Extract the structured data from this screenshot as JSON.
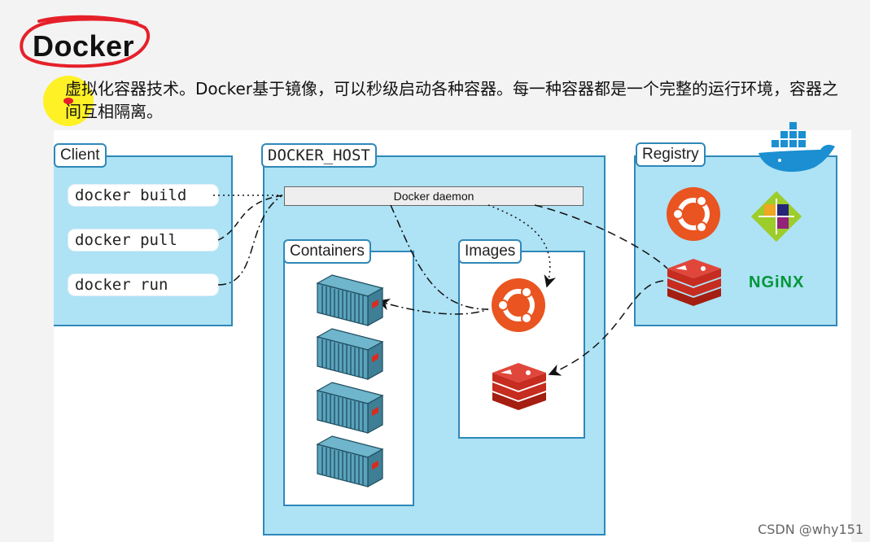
{
  "title": "Docker",
  "description": "虚拟化容器技术。Docker基于镜像，可以秒级启动各种容器。每一种容器都是一个完整的运行环境，容器之间互相隔离。",
  "client": {
    "label": "Client",
    "commands": [
      "docker build",
      "docker pull",
      "docker run"
    ]
  },
  "host": {
    "label": "DOCKER_HOST",
    "daemon": "Docker daemon",
    "containers_label": "Containers",
    "images_label": "Images"
  },
  "registry": {
    "label": "Registry",
    "nginx_text": "NGiNX"
  },
  "colors": {
    "panel_fill": "#aee2f5",
    "panel_border": "#2f88b8",
    "ubuntu": "#e95420",
    "redis": "#d82c20",
    "nginx": "#009639",
    "annotation_red": "#e6202a",
    "cursor_yellow": "#fff000"
  },
  "watermark": "CSDN @why151"
}
